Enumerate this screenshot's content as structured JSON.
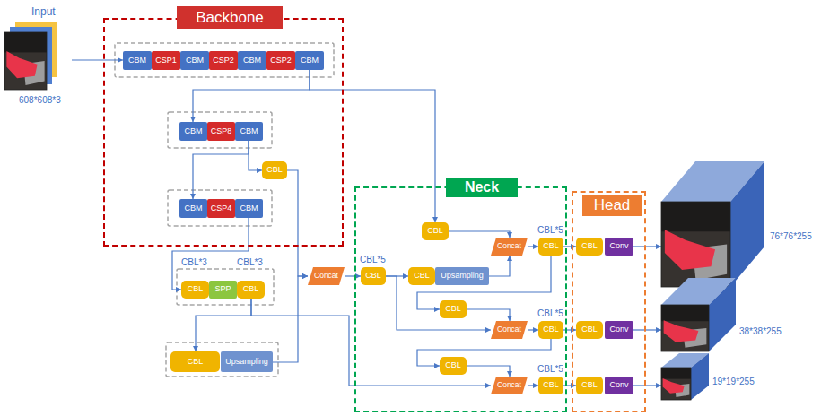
{
  "diagram": {
    "nodes": [
      {
        "text": [
          "Input",
          "608*608*3"
        ]
      },
      {
        "text": [
          "Backbone"
        ]
      },
      {
        "text": [
          "CBM"
        ],
        "in": 1
      },
      {
        "text": [
          "CSP1"
        ],
        "in": 1
      },
      {
        "text": [
          "CBM"
        ],
        "in": 1
      },
      {
        "text": [
          "CSP2"
        ],
        "in": 1
      },
      {
        "text": [
          "CBM"
        ],
        "in": 1
      },
      {
        "text": [
          "CSP2"
        ],
        "in": 1
      },
      {
        "text": [
          "CBM"
        ],
        "in": 1
      },
      {
        "text": [
          "CBM"
        ],
        "in": 1
      },
      {
        "text": [
          "CSP8"
        ],
        "in": 1
      },
      {
        "text": [
          "CBM"
        ],
        "in": 1
      },
      {
        "text": [
          "CBL"
        ],
        "in": 1
      },
      {
        "text": [
          "CBM"
        ],
        "in": 1
      },
      {
        "text": [
          "CSP4"
        ],
        "in": 1
      },
      {
        "text": [
          "CBM"
        ],
        "in": 1
      },
      {
        "text": [
          "CBL"
        ]
      },
      {
        "text": [
          "SPP"
        ]
      },
      {
        "text": [
          "CBL"
        ]
      },
      {
        "text": [
          "CBL"
        ]
      },
      {
        "text": [
          "Upsampling"
        ]
      },
      {
        "text": [
          "Concat"
        ]
      },
      {
        "text": [
          "Neck"
        ]
      },
      {
        "text": [
          "CBL"
        ],
        "in": 22
      },
      {
        "text": [
          "CBL"
        ],
        "in": 22
      },
      {
        "text": [
          "CBL"
        ],
        "in": 22
      },
      {
        "text": [
          "Upsampling"
        ],
        "in": 22
      },
      {
        "text": [
          "Concat"
        ],
        "in": 22
      },
      {
        "text": [
          "CBL"
        ],
        "in": 22
      },
      {
        "text": [
          "CBL"
        ],
        "in": 22
      },
      {
        "text": [
          "Concat"
        ],
        "in": 22
      },
      {
        "text": [
          "CBL"
        ],
        "in": 22
      },
      {
        "text": [
          "CBL"
        ],
        "in": 22
      },
      {
        "text": [
          "Concat"
        ],
        "in": 22
      },
      {
        "text": [
          "CBL"
        ],
        "in": 22
      },
      {
        "text": [
          "Head"
        ]
      },
      {
        "text": [
          "CBL"
        ],
        "in": 35
      },
      {
        "text": [
          "Conv"
        ],
        "in": 35
      },
      {
        "text": [
          "CBL"
        ],
        "in": 35
      },
      {
        "text": [
          "Conv"
        ],
        "in": 35
      },
      {
        "text": [
          "CBL"
        ],
        "in": 35
      },
      {
        "text": [
          "Conv"
        ],
        "in": 35
      },
      {
        "text": [
          "76*76*255"
        ]
      },
      {
        "text": [
          "38*38*255"
        ]
      },
      {
        "text": [
          "19*19*255"
        ]
      }
    ],
    "edges": [
      {
        "from": 0,
        "to": 2,
        "arrow": "to"
      },
      {
        "from": 8,
        "to": 9,
        "arrow": "to"
      },
      {
        "from": 8,
        "to": 24,
        "arrow": "to"
      },
      {
        "from": 11,
        "to": 13,
        "arrow": "to"
      },
      {
        "from": 11,
        "to": 12,
        "arrow": "to"
      },
      {
        "from": 12,
        "to": 21,
        "arrow": "to"
      },
      {
        "from": 15,
        "to": 16,
        "arrow": "to"
      },
      {
        "from": 18,
        "to": 19,
        "arrow": "to"
      },
      {
        "from": 18,
        "to": 33,
        "arrow": "to"
      },
      {
        "from": 20,
        "to": 21,
        "arrow": "to"
      },
      {
        "from": 21,
        "to": 23,
        "arrow": "to"
      },
      {
        "from": 23,
        "to": 25,
        "arrow": "to"
      },
      {
        "from": 23,
        "to": 30,
        "arrow": "to"
      },
      {
        "from": 26,
        "to": 27,
        "arrow": "to"
      },
      {
        "from": 24,
        "to": 27,
        "arrow": "to"
      },
      {
        "from": 27,
        "to": 28,
        "arrow": "to"
      },
      {
        "from": 28,
        "to": 36,
        "arrow": "to"
      },
      {
        "from": 37,
        "to": 42,
        "arrow": "to"
      },
      {
        "from": 28,
        "to": 29,
        "arrow": "to"
      },
      {
        "from": 29,
        "to": 30,
        "arrow": "to"
      },
      {
        "from": 30,
        "to": 31,
        "arrow": "to"
      },
      {
        "from": 31,
        "to": 38,
        "arrow": "to"
      },
      {
        "from": 39,
        "to": 43,
        "arrow": "to"
      },
      {
        "from": 31,
        "to": 32,
        "arrow": "to"
      },
      {
        "from": 32,
        "to": 33,
        "arrow": "to"
      },
      {
        "from": 33,
        "to": 34,
        "arrow": "to"
      },
      {
        "from": 34,
        "to": 40,
        "arrow": "to"
      },
      {
        "from": 41,
        "to": 44,
        "arrow": "to"
      }
    ],
    "labels": [
      "CBL*3",
      "CBL*3",
      "CBL*5",
      "CBL*5",
      "CBL*5",
      "CBL*5"
    ]
  }
}
